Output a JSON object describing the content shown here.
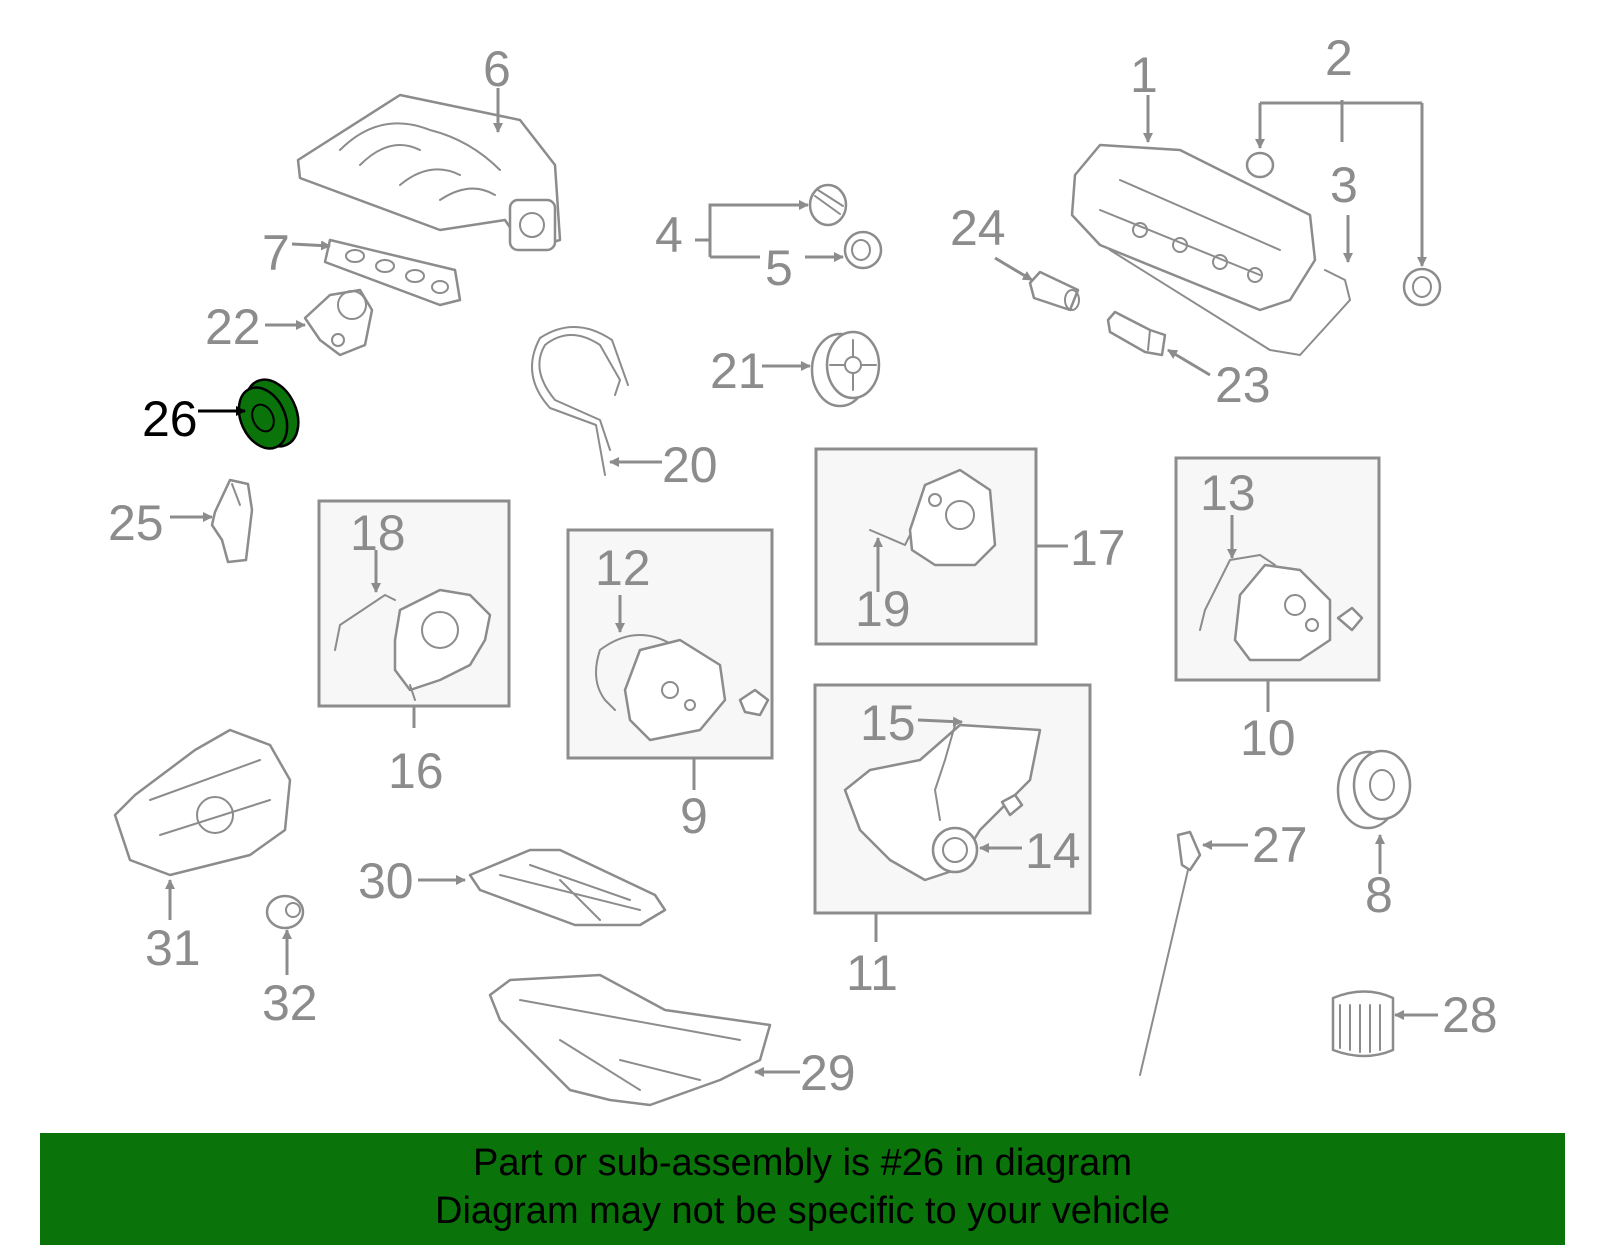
{
  "callouts": [
    {
      "id": "1",
      "label": "1"
    },
    {
      "id": "2",
      "label": "2"
    },
    {
      "id": "3",
      "label": "3"
    },
    {
      "id": "4",
      "label": "4"
    },
    {
      "id": "5",
      "label": "5"
    },
    {
      "id": "6",
      "label": "6"
    },
    {
      "id": "7",
      "label": "7"
    },
    {
      "id": "8",
      "label": "8"
    },
    {
      "id": "9",
      "label": "9"
    },
    {
      "id": "10",
      "label": "10"
    },
    {
      "id": "11",
      "label": "11"
    },
    {
      "id": "12",
      "label": "12"
    },
    {
      "id": "13",
      "label": "13"
    },
    {
      "id": "14",
      "label": "14"
    },
    {
      "id": "15",
      "label": "15"
    },
    {
      "id": "16",
      "label": "16"
    },
    {
      "id": "17",
      "label": "17"
    },
    {
      "id": "18",
      "label": "18"
    },
    {
      "id": "19",
      "label": "19"
    },
    {
      "id": "20",
      "label": "20"
    },
    {
      "id": "21",
      "label": "21"
    },
    {
      "id": "22",
      "label": "22"
    },
    {
      "id": "23",
      "label": "23"
    },
    {
      "id": "24",
      "label": "24"
    },
    {
      "id": "25",
      "label": "25"
    },
    {
      "id": "26",
      "label": "26"
    },
    {
      "id": "27",
      "label": "27"
    },
    {
      "id": "28",
      "label": "28"
    },
    {
      "id": "29",
      "label": "29"
    },
    {
      "id": "30",
      "label": "30"
    },
    {
      "id": "31",
      "label": "31"
    },
    {
      "id": "32",
      "label": "32"
    }
  ],
  "highlighted_part": "26",
  "colors": {
    "highlight_fill": "#0a730a",
    "line_gray": "#8c8c8c",
    "banner_bg": "#0a730a",
    "banner_text": "#000000"
  },
  "banner": {
    "line1": "Part or sub-assembly is #26 in diagram",
    "line2": "Diagram may not be specific to your vehicle"
  }
}
